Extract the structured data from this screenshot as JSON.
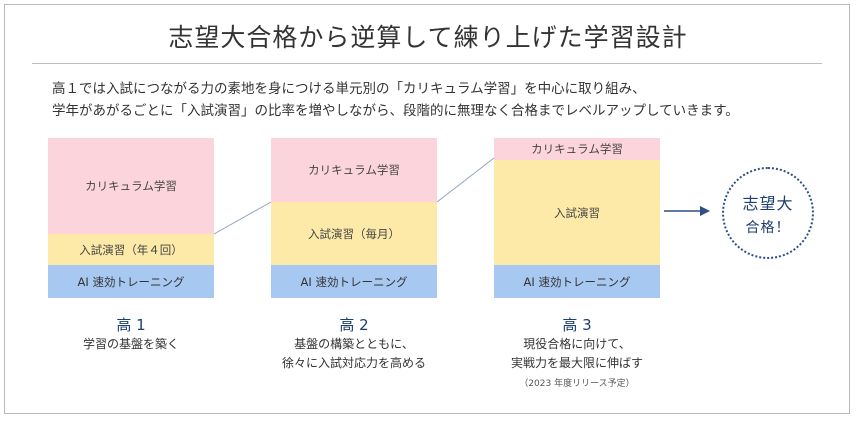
{
  "title": "志望大合格から逆算して練り上げた学習設計",
  "intro": {
    "line1": "高１では入試につながる力の素地を身につける単元別の「カリキュラム学習」を中心に取り組み、",
    "line2": "学年があがるごとに「入試演習」の比率を増やしながら、段階的に無理なく合格までレベルアップしていきます。"
  },
  "columns": [
    {
      "curriculum": "カリキュラム学習",
      "exam": "入試演習（年４回）",
      "ai": "AI 速効トレーニング",
      "heading": "高 1",
      "desc": [
        "学習の基盤を築く"
      ],
      "note": ""
    },
    {
      "curriculum": "カリキュラム学習",
      "exam": "入試演習（毎月）",
      "ai": "AI 速効トレーニング",
      "heading": "高 2",
      "desc": [
        "基盤の構築とともに、",
        "徐々に入試対応力を高める"
      ],
      "note": ""
    },
    {
      "curriculum": "カリキュラム学習",
      "exam": "入試演習",
      "ai": "AI 速効トレーニング",
      "heading": "高 3",
      "desc": [
        "現役合格に向けて、",
        "実戦力を最大限に伸ばす"
      ],
      "note": "（2023 年度リリース予定）"
    }
  ],
  "goal": {
    "line1": "志望大",
    "line2": "合格！"
  },
  "colors": {
    "curriculum": "#fcd4dc",
    "exam": "#fdeaa8",
    "ai": "#a7c8f0",
    "accent": "#1c3f6e"
  }
}
